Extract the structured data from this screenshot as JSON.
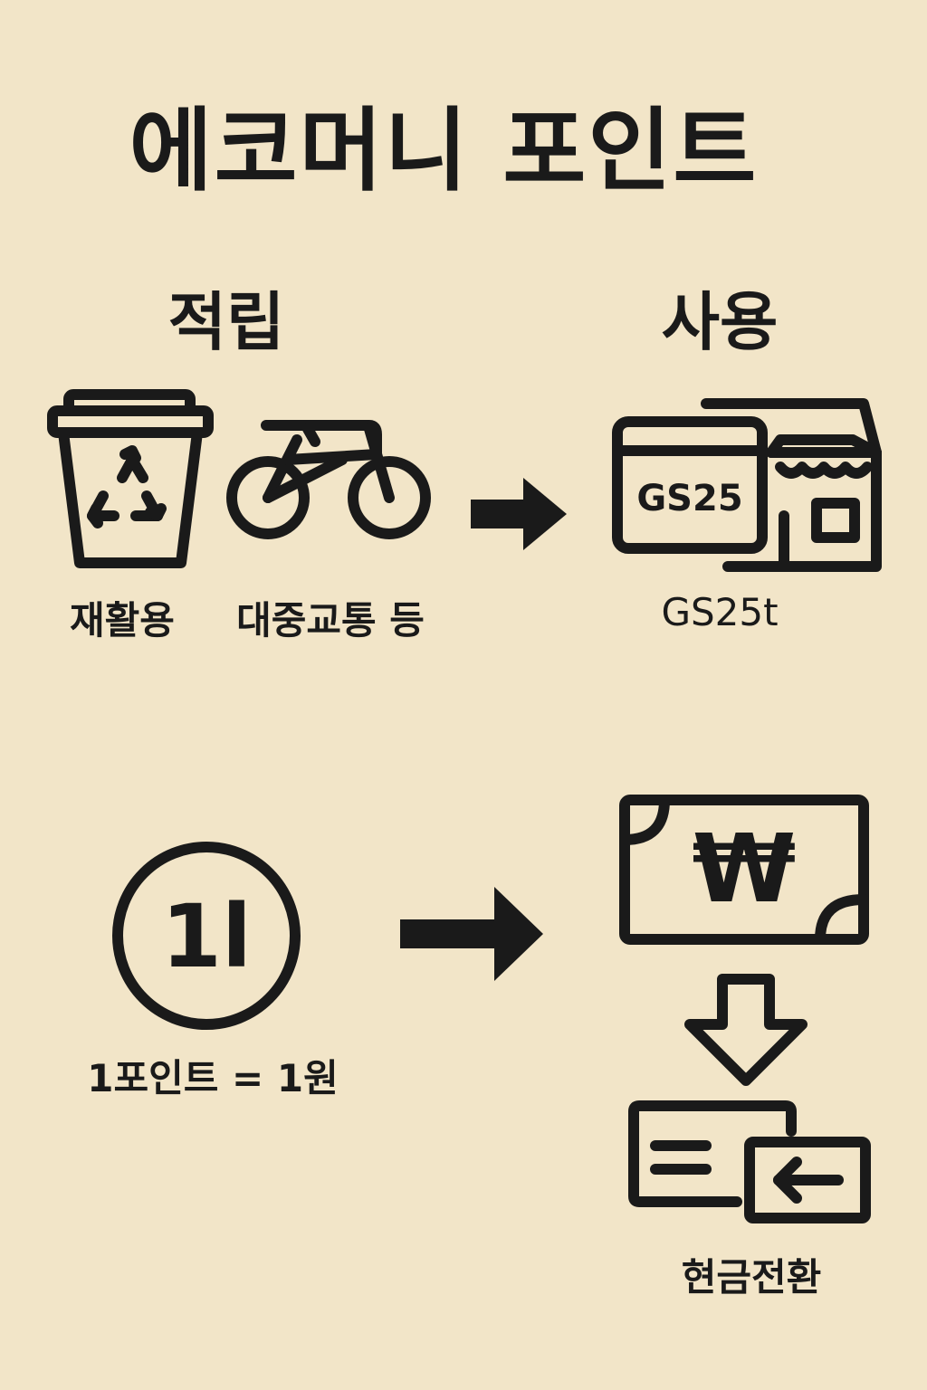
{
  "title": "에코머니 포인트",
  "earn": {
    "heading": "적립",
    "recycle_label": "재활용",
    "transit_label": "대중교통 등"
  },
  "use": {
    "heading": "사용",
    "store_sign": "GS25",
    "store_label": "GS25t"
  },
  "conversion": {
    "coin_text": "1l",
    "rate_label": "1포인트 = 1원",
    "bill_symbol": "₩",
    "cash_label": "현금전환"
  },
  "icons": {
    "recycle_bin": "recycle-bin-icon",
    "bicycle": "bicycle-icon",
    "store": "convenience-store-icon",
    "coin": "point-coin-icon",
    "banknote": "won-banknote-icon",
    "down_arrow": "down-arrow-icon",
    "cash_transfer": "cash-transfer-icon",
    "right_arrow": "right-arrow-icon"
  },
  "colors": {
    "background": "#f2e5c8",
    "ink": "#1a1a1a"
  }
}
